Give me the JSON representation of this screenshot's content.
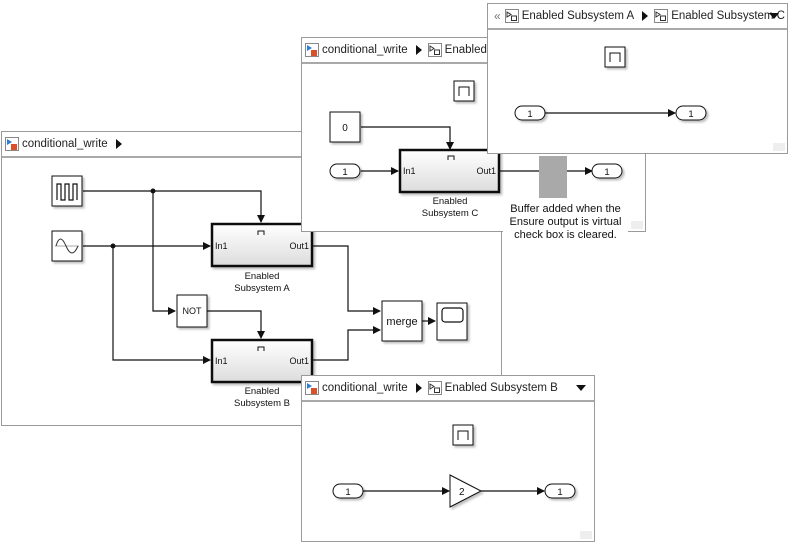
{
  "main_window": {
    "breadcrumb": [
      {
        "label": "conditional_write",
        "icon": "model-icon"
      }
    ],
    "blocks": {
      "pulse_source": {
        "icon": "pulse-generator-icon"
      },
      "sine_source": {
        "icon": "sine-wave-icon"
      },
      "not_block": {
        "label": "NOT"
      },
      "subsystem_a": {
        "in_port": "In1",
        "out_port": "Out1",
        "name_line1": "Enabled",
        "name_line2": "Subsystem A"
      },
      "subsystem_b": {
        "in_port": "In1",
        "out_port": "Out1",
        "name_line1": "Enabled",
        "name_line2": "Subsystem B"
      },
      "merge": {
        "label": "merge"
      },
      "scope": {
        "icon": "scope-icon"
      }
    }
  },
  "window_c": {
    "breadcrumb": [
      {
        "label": "conditional_write",
        "icon": "model-icon"
      },
      {
        "label": "Enabled S",
        "icon": "subsystem-icon"
      }
    ],
    "blocks": {
      "constant": {
        "label": "0"
      },
      "inport": {
        "label": "1"
      },
      "subsystem_c": {
        "in_port": "In1",
        "out_port": "Out1",
        "name_line1": "Enabled",
        "name_line2": "Subsystem C"
      },
      "outport": {
        "label": "1"
      }
    },
    "annotation": [
      "Buffer added when the",
      "Ensure output is virtual",
      "check box is cleared."
    ]
  },
  "window_ac": {
    "breadcrumb_overflow": "«",
    "breadcrumb": [
      {
        "label": "Enabled Subsystem A",
        "icon": "subsystem-icon"
      },
      {
        "label": "Enabled Subsystem C",
        "icon": "subsystem-icon"
      }
    ],
    "blocks": {
      "inport": {
        "label": "1"
      },
      "outport": {
        "label": "1"
      }
    }
  },
  "window_b": {
    "breadcrumb": [
      {
        "label": "conditional_write",
        "icon": "model-icon"
      },
      {
        "label": "Enabled Subsystem B",
        "icon": "subsystem-icon"
      }
    ],
    "blocks": {
      "inport": {
        "label": "1"
      },
      "gain": {
        "label": "2"
      },
      "outport": {
        "label": "1"
      }
    }
  }
}
